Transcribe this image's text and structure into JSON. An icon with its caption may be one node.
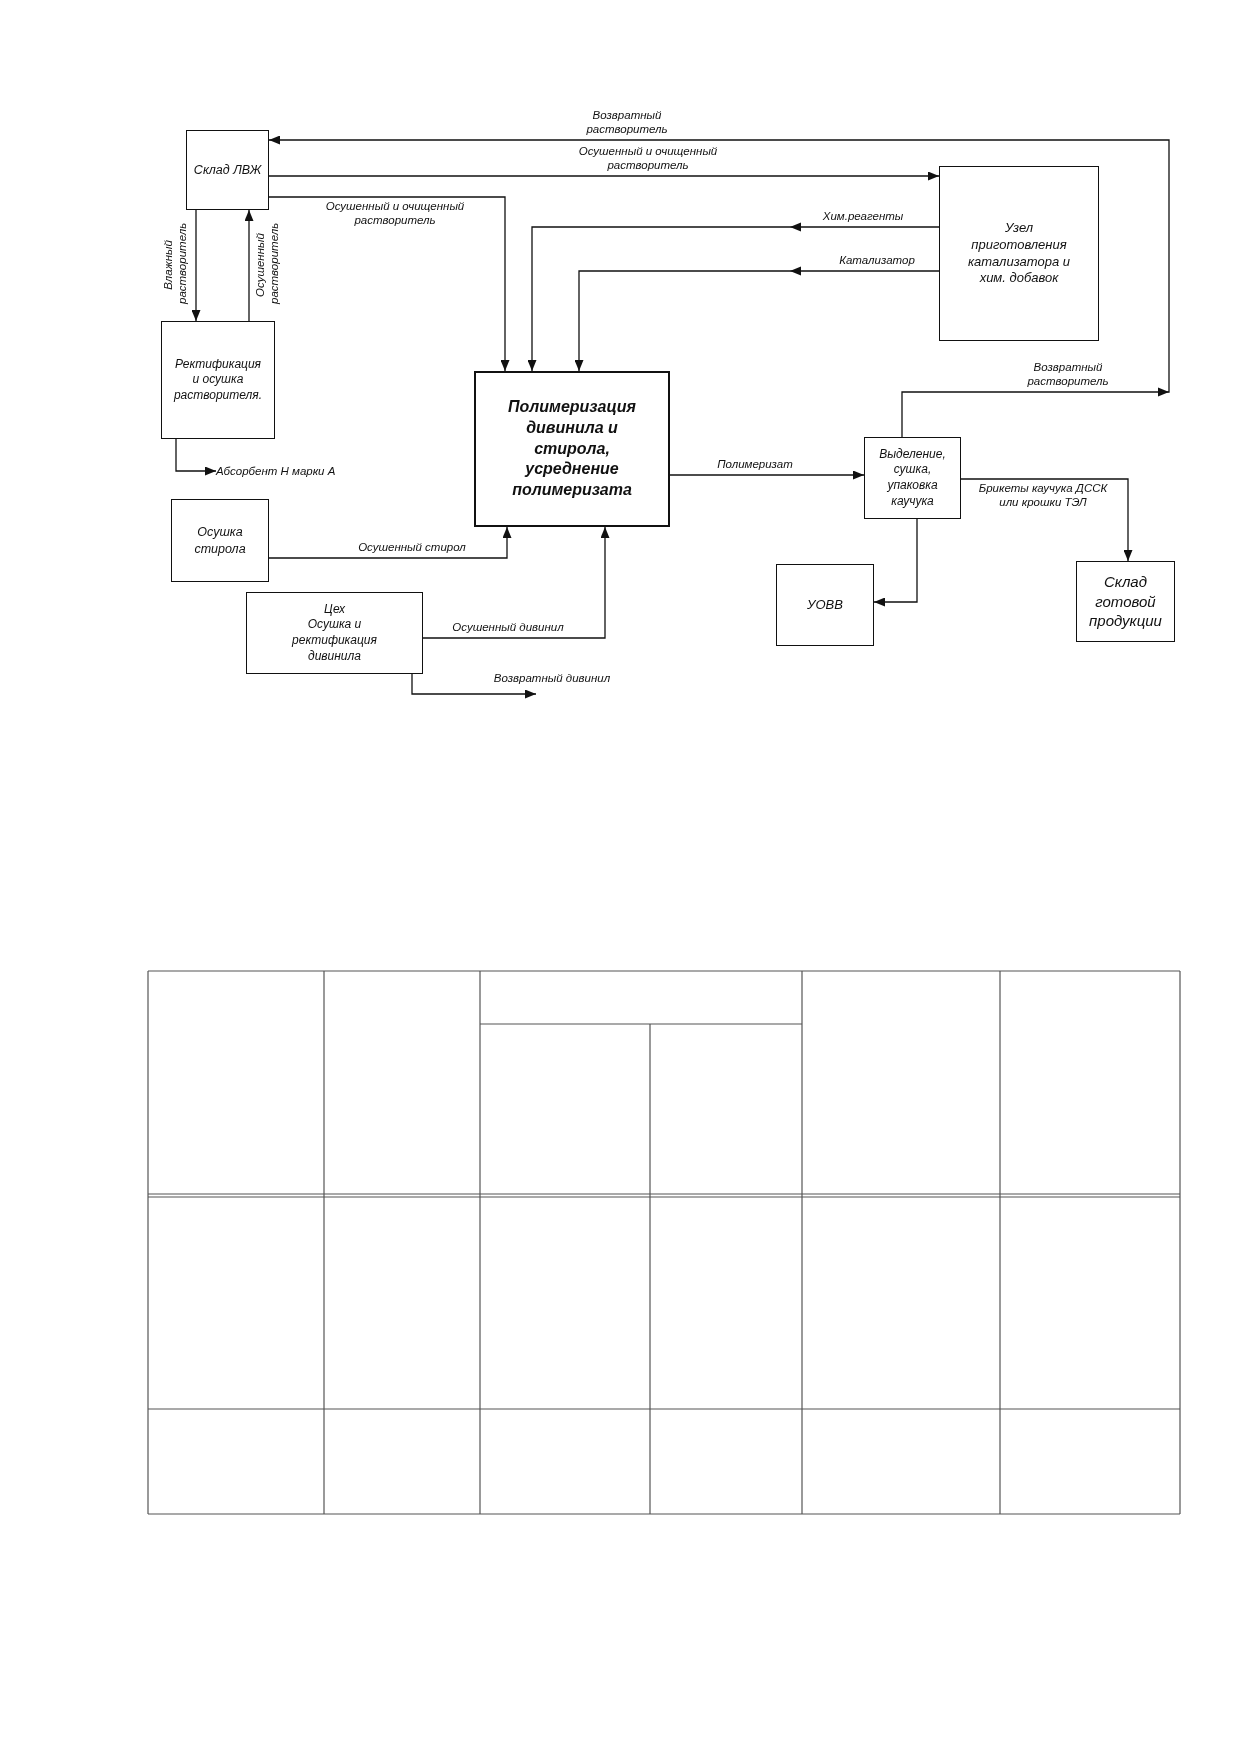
{
  "diagram": {
    "nodes": [
      {
        "text": [
          "Склад ЛВЖ"
        ]
      },
      {
        "text": [
          "Узел приготовления катализатора и хим. добавок"
        ]
      },
      {
        "text": [
          "Ректификация и осушка растворителя."
        ]
      },
      {
        "text": [
          "Полимеризация дивинила и стирола, усреднение полимеризата"
        ]
      },
      {
        "text": [
          "Выделение, сушка, упаковка каучука"
        ]
      },
      {
        "text": [
          "Абсорбент Н марки А"
        ]
      },
      {
        "text": [
          "Осушка стирола"
        ]
      },
      {
        "text": [
          "Цех",
          "Осушка и ректификация дивинила"
        ]
      },
      {
        "text": [
          "УОВВ"
        ]
      },
      {
        "text": [
          "Склад готовой продукции"
        ]
      }
    ],
    "edges": [
      {
        "from": 4,
        "to": 0,
        "arrow": "to",
        "label": "Возвратный растворитель"
      },
      {
        "from": 0,
        "to": 1,
        "arrow": "to",
        "label": "Осушенный и очищенный растворитель"
      },
      {
        "from": 0,
        "to": 3,
        "arrow": "to",
        "label": "Осушенный и очищенный растворитель"
      },
      {
        "from": 0,
        "to": 2,
        "arrow": "to",
        "label": "Влажный растворитель"
      },
      {
        "from": 2,
        "to": 0,
        "arrow": "to",
        "label": "Осушенный растворитель"
      },
      {
        "from": 1,
        "to": 3,
        "arrow": "to",
        "label": "Хим.реагенты"
      },
      {
        "from": 1,
        "to": 3,
        "arrow": "to",
        "label": "Катализатор"
      },
      {
        "from": 2,
        "to": 5,
        "arrow": "to"
      },
      {
        "from": 3,
        "to": 4,
        "arrow": "to",
        "label": "Полимеризат"
      },
      {
        "from": 4,
        "to": 9,
        "arrow": "to",
        "label": "Брикеты каучука ДССК или крошки ТЭЛ"
      },
      {
        "from": 4,
        "to": 8,
        "arrow": "to"
      },
      {
        "from": 6,
        "to": 3,
        "arrow": "to",
        "label": "Осушенный стирол"
      },
      {
        "from": 7,
        "to": 3,
        "arrow": "to",
        "label": "Осушенный дивинил"
      },
      {
        "from": 7,
        "to": null,
        "arrow": "to",
        "label": "Возвратный дивинил"
      }
    ],
    "labels": [
      "Возвратный растворитель"
    ]
  }
}
